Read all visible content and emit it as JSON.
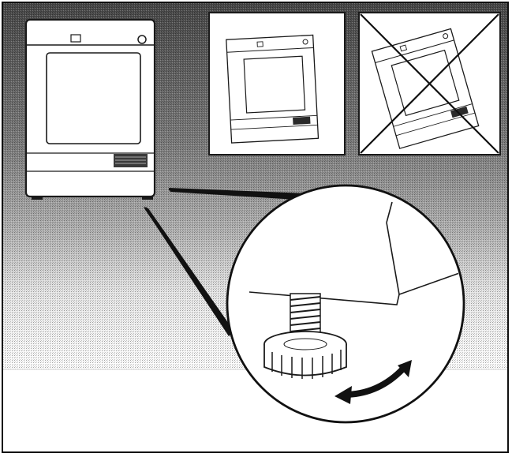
{
  "figure": {
    "colors": {
      "background_dark": "#4a4a4a",
      "background_mid": "#9a9a9a",
      "floor_light": "#dcdcdc",
      "line": "#1a1a1a",
      "panel": "#ffffff"
    },
    "panels": [
      {
        "role": "appliance-front-view",
        "status": "reference"
      },
      {
        "role": "appliance-level",
        "status": "correct"
      },
      {
        "role": "appliance-tilted",
        "status": "incorrect",
        "marker": "cross-out"
      }
    ],
    "detail": {
      "role": "leveling-foot-magnified",
      "icons": [
        "adjustable-foot-icon",
        "rotation-arrow-icon"
      ]
    }
  }
}
